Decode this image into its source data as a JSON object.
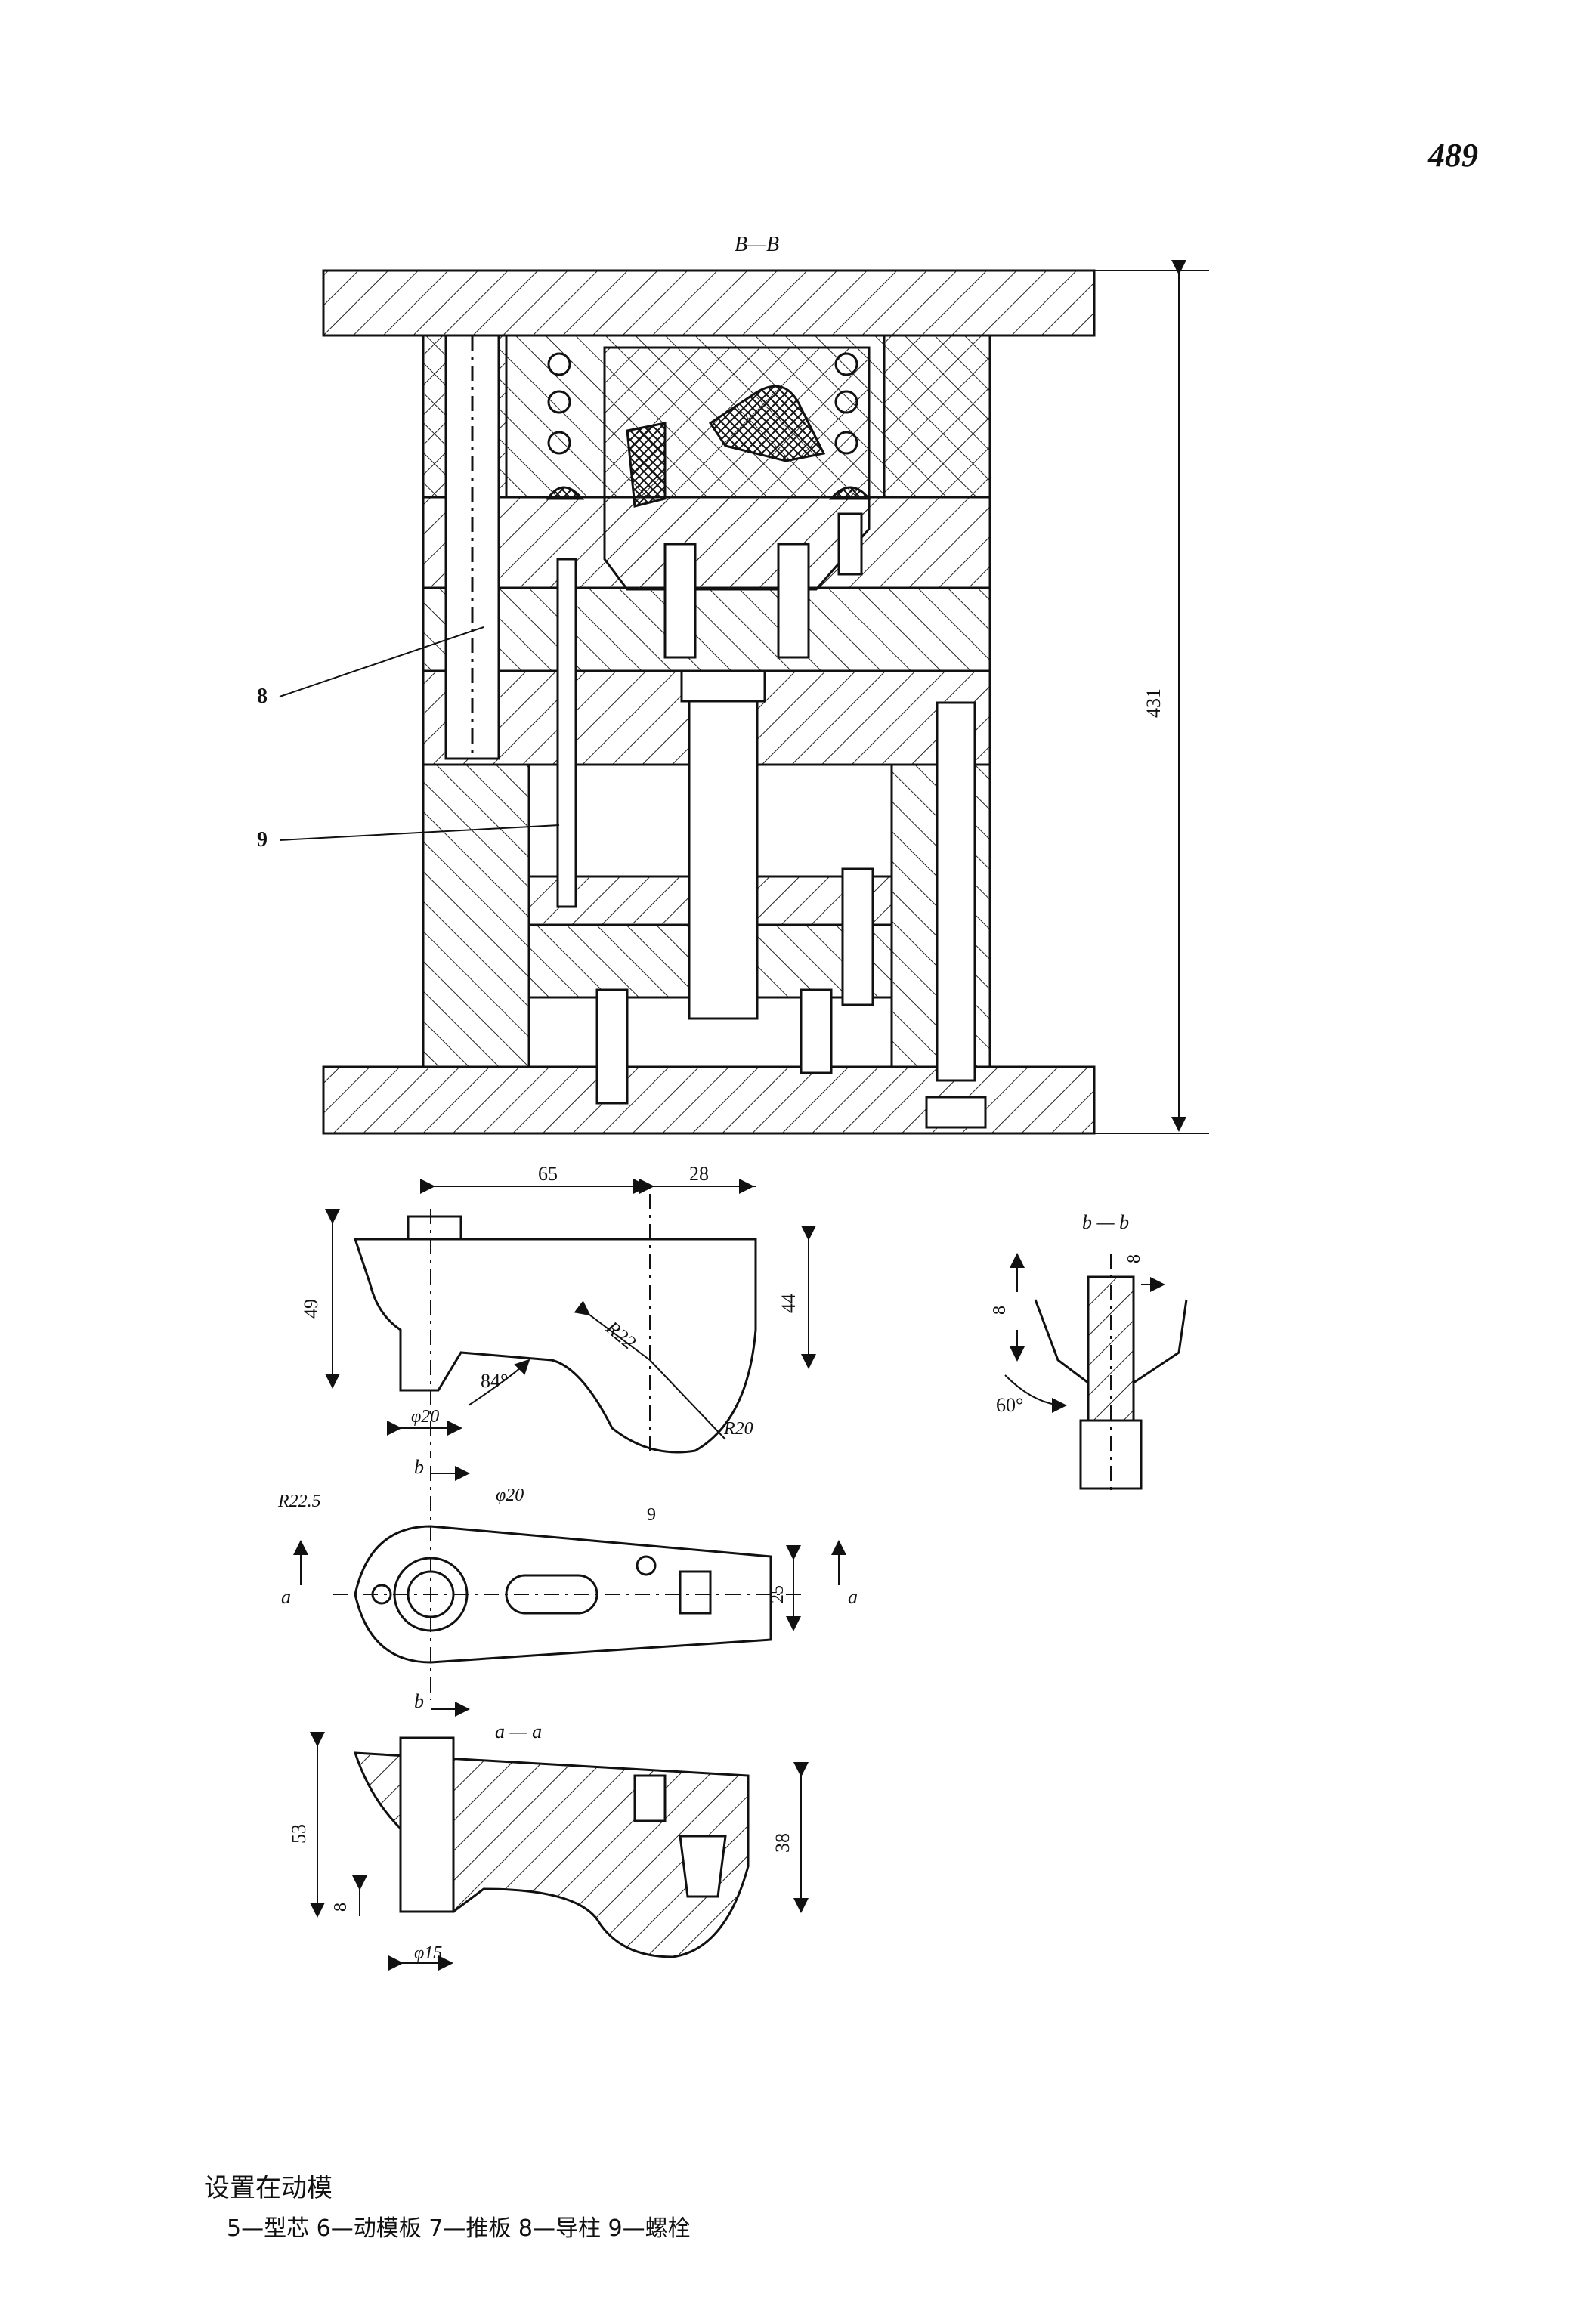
{
  "page_number": "489",
  "views": {
    "section_bb": "B—B",
    "section_bb_small": "b — b",
    "section_aa": "a — a",
    "cut_b": "b",
    "cut_a": "a"
  },
  "callouts": {
    "c8": "8",
    "c9": "9"
  },
  "dimensions": {
    "overall_height": "431",
    "d65": "65",
    "d28": "28",
    "d49": "49",
    "d44": "44",
    "r22": "R22",
    "a84": "84°",
    "phi20_front": "φ20",
    "r20": "R20",
    "r22_5": "R22.5",
    "phi20_top": "φ20",
    "d9": "9",
    "d25": "25",
    "d53": "53",
    "d38": "38",
    "d8_aa": "8",
    "phi15": "φ15",
    "d8_b_left": "8",
    "d8_b_right": "8",
    "a60": "60°"
  },
  "caption": {
    "title": "设置在动模",
    "legend": "5—型芯   6—动模板   7—推板   8—导柱   9—螺栓"
  }
}
